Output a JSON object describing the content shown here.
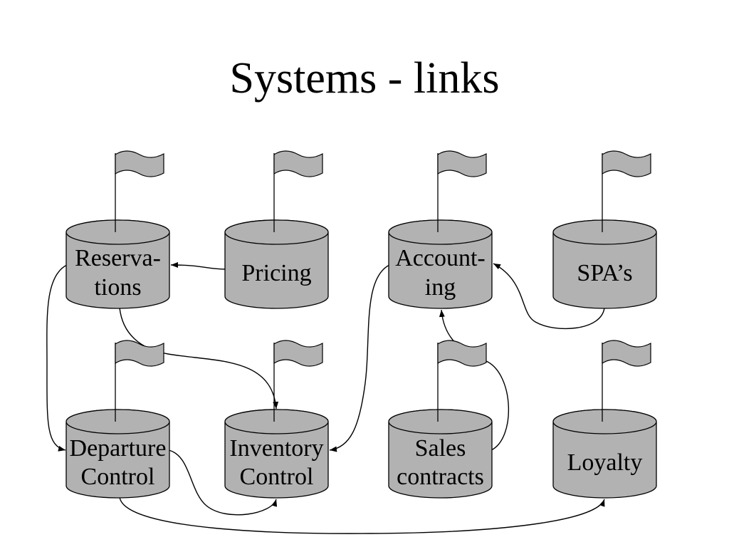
{
  "title": "Systems - links",
  "colors": {
    "background": "#ffffff",
    "node_fill": "#b2b2b2",
    "outline": "#000000"
  },
  "icons": {
    "node": "database-icon",
    "marker": "flag-icon"
  },
  "nodes": [
    {
      "lines": [
        "Reserva-",
        "tions"
      ]
    },
    {
      "lines": [
        "Pricing"
      ]
    },
    {
      "lines": [
        "Account-",
        "ing"
      ]
    },
    {
      "lines": [
        "SPA’s"
      ]
    },
    {
      "lines": [
        "Departure",
        "Control"
      ]
    },
    {
      "lines": [
        "Inventory",
        "Control"
      ]
    },
    {
      "lines": [
        "Sales",
        "contracts"
      ]
    },
    {
      "lines": [
        "Loyalty"
      ]
    }
  ],
  "links": [
    {
      "from": 1,
      "to": 0
    },
    {
      "from": 0,
      "to": 4
    },
    {
      "from": 0,
      "to": 5
    },
    {
      "from": 2,
      "to": 5
    },
    {
      "from": 3,
      "to": 2
    },
    {
      "from": 6,
      "to": 2
    },
    {
      "from": 4,
      "to": 5
    },
    {
      "from": 4,
      "to": 7
    }
  ]
}
